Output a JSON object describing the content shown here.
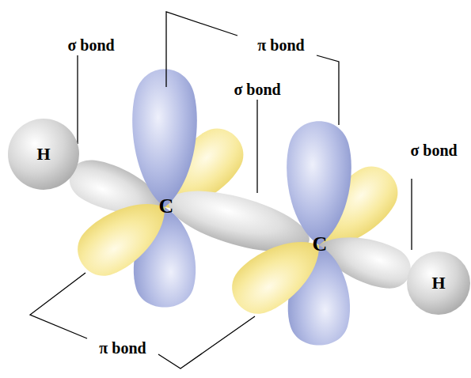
{
  "diagram": {
    "nodes": [
      {
        "text": [
          "H"
        ]
      },
      {
        "text": [
          "H"
        ]
      }
    ],
    "labels": [
      "σ bond",
      "π bond",
      "σ bond",
      "σ bond",
      "C",
      "C",
      "π bond"
    ]
  }
}
